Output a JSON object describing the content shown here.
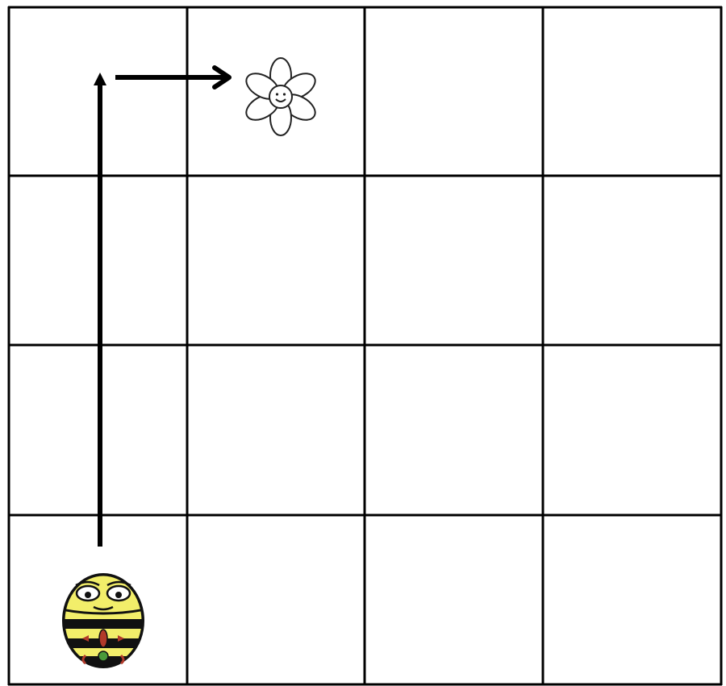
{
  "grid": {
    "rows": 4,
    "cols": 4
  },
  "pieces": [
    {
      "name": "bee-bot-robot",
      "icon": "bee-bot-icon",
      "row": 4,
      "col": 1
    },
    {
      "name": "flower",
      "icon": "flower-icon",
      "row": 1,
      "col": 2
    }
  ],
  "path": {
    "start_cell": [
      4,
      1
    ],
    "moves": [
      "forward",
      "forward",
      "forward",
      "turn-right",
      "forward"
    ]
  },
  "colors": {
    "grid_line": "#000000",
    "background": "#ffffff",
    "arrow": "#000000",
    "bee_yellow": "#f2ee6a",
    "bee_stripe": "#111111",
    "bee_accent_red": "#b23a2a",
    "bee_accent_green": "#4a9a3a",
    "flower_outline": "#222222"
  }
}
